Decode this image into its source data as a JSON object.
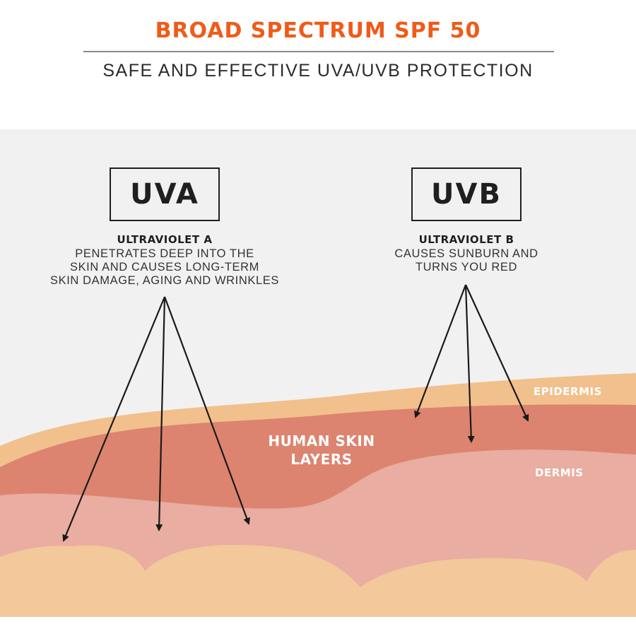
{
  "header": {
    "title": "BROAD SPECTRUM SPF 50",
    "subtitle": "SAFE AND EFFECTIVE UVA/UVB PROTECTION"
  },
  "uva": {
    "box_label": "UVA",
    "name": "ULTRAVIOLET A",
    "description_lines": [
      "PENETRATES DEEP INTO THE",
      "SKIN AND CAUSES LONG-TERM",
      "SKIN DAMAGE, AGING AND WRINKLES"
    ]
  },
  "uvb": {
    "box_label": "UVB",
    "name": "ULTRAVIOLET B",
    "description_lines": [
      "CAUSES SUNBURN AND",
      "TURNS YOU RED"
    ]
  },
  "skin": {
    "center_label_lines": [
      "HUMAN SKIN",
      "LAYERS"
    ],
    "epidermis_label": "EPIDERMIS",
    "dermis_label": "DERMIS"
  },
  "colors": {
    "title": "#ef5b19",
    "panel_background": "#f1f1f1",
    "epidermis": "#f2c08c",
    "dermis_upper": "#dc8470",
    "dermis_lower": "#e9ada1",
    "subcutaneous": "#f3c89b",
    "arrow": "#1a1a1a"
  },
  "icons": {
    "arrow": "arrow-icon"
  }
}
